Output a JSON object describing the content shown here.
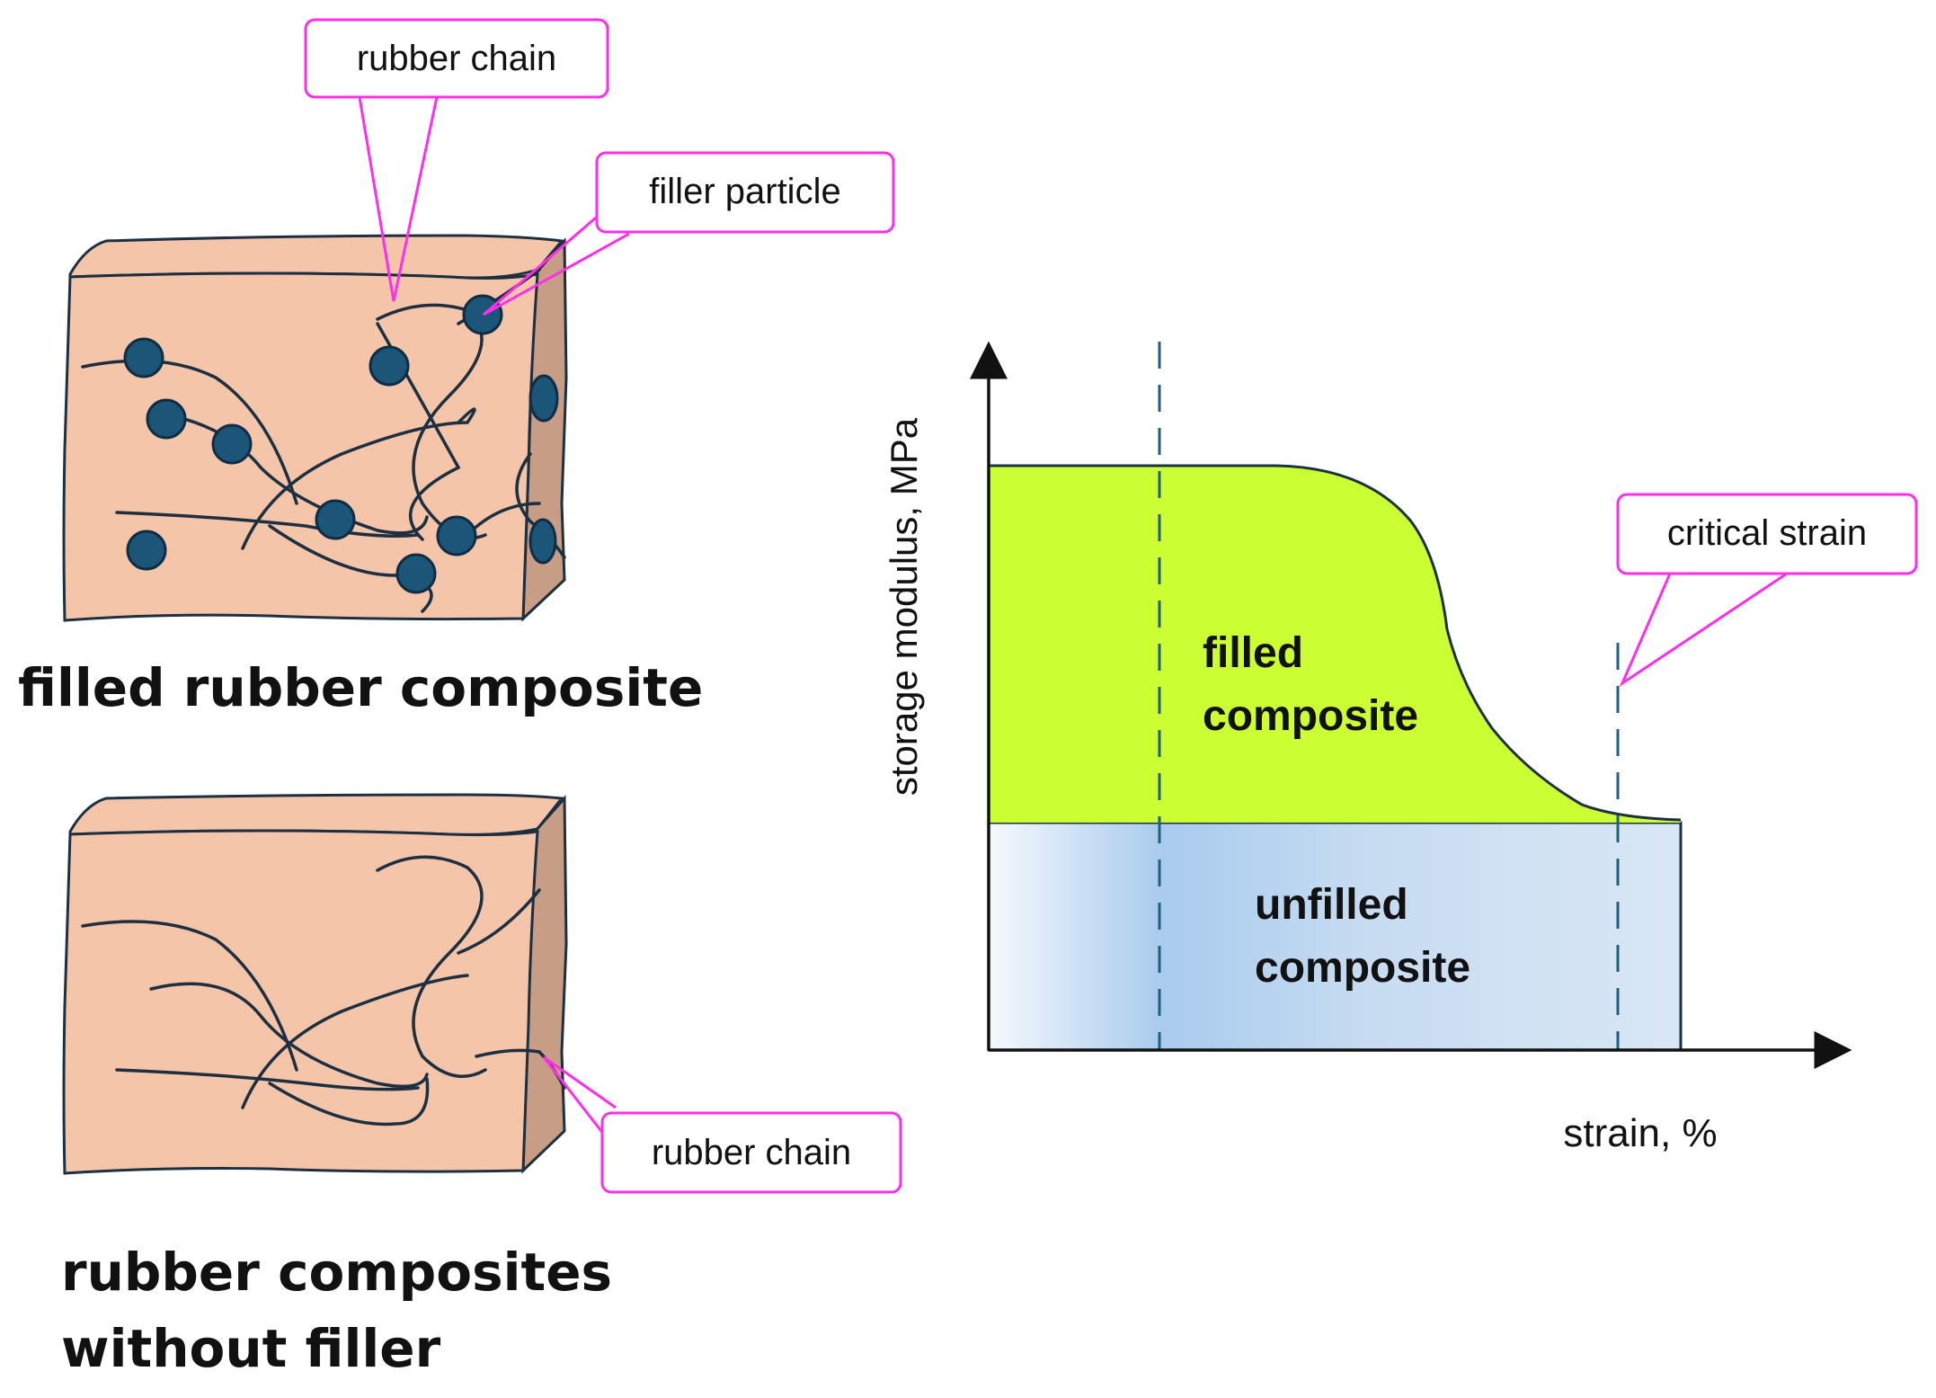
{
  "filled_block": {
    "callout_chain": "rubber chain",
    "callout_filler": "filler particle",
    "caption": "filled rubber composite"
  },
  "unfilled_block": {
    "callout_chain": "rubber chain",
    "caption_line1": "rubber composites",
    "caption_line2": "without filler"
  },
  "graph": {
    "y_axis_label": "storage modulus, MPa",
    "x_axis_label": "strain, %",
    "filled_region_line1": "filled",
    "filled_region_line2": "composite",
    "unfilled_region_line1": "unfilled",
    "unfilled_region_line2": "composite",
    "critical_callout": "critical strain"
  },
  "colors": {
    "rubber_fill": "#f5c5a9",
    "rubber_side": "#c79d85",
    "particle": "#1b5577",
    "chain": "#1c3042",
    "callout_border": "#ff2eea",
    "filled_region": "#ccff33",
    "unfilled_region": "#a9cbee",
    "dashed_line": "#1f5f80"
  }
}
